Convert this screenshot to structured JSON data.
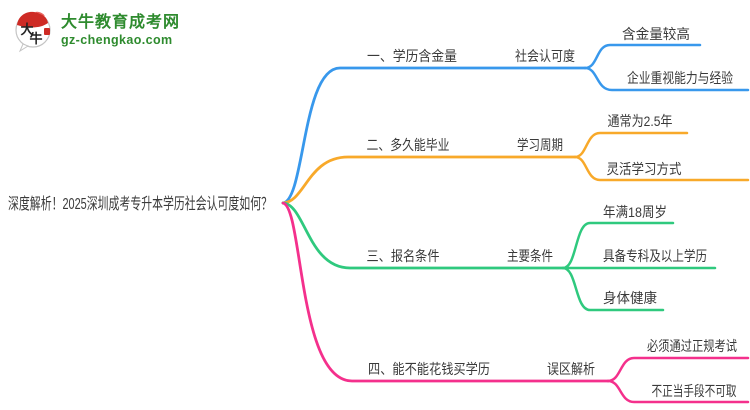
{
  "logo": {
    "site_name": "大牛教育成考网",
    "site_domain": "gz-chengkao.com",
    "icon_text": "大牛",
    "brand_color": "#2E8B2E"
  },
  "palette": {
    "topic_text": "#3A3A3A",
    "background": "#FFFFFF"
  },
  "central_topic": "深度解析！2025深圳成考专升本学历社会认可度如何？",
  "branches": [
    {
      "label": "一、学历含金量",
      "subtopic": "社会认可度",
      "color": "#3898EC",
      "leaves": [
        "含金量较高",
        "企业重视能力与经验"
      ]
    },
    {
      "label": "二、多久能毕业",
      "subtopic": "学习周期",
      "color": "#F8A92A",
      "leaves": [
        "通常为2.5年",
        "灵活学习方式"
      ]
    },
    {
      "label": "三、报名条件",
      "subtopic": "主要条件",
      "color": "#2FC97E",
      "leaves": [
        "年满18周岁",
        "具备专科及以上学历",
        "身体健康"
      ]
    },
    {
      "label": "四、能不能花钱买学历",
      "subtopic": "误区解析",
      "color": "#F4308C",
      "leaves": [
        "必须通过正规考试",
        "不正当手段不可取"
      ]
    }
  ]
}
